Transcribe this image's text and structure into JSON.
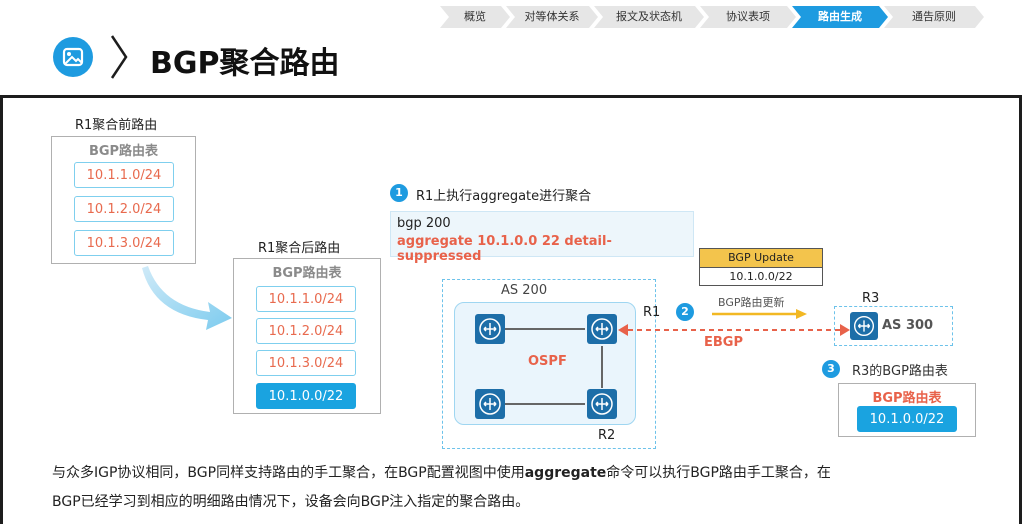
{
  "nav": {
    "items": [
      "概览",
      "对等体关系",
      "报文及状态机",
      "协议表项",
      "路由生成",
      "通告原则"
    ],
    "active_index": 4
  },
  "header": {
    "title": "BGP聚合路由"
  },
  "before": {
    "heading": "R1聚合前路由",
    "table_title": "BGP路由表",
    "routes": [
      "10.1.1.0/24",
      "10.1.2.0/24",
      "10.1.3.0/24"
    ]
  },
  "after": {
    "heading": "R1聚合后路由",
    "table_title": "BGP路由表",
    "routes": [
      "10.1.1.0/24",
      "10.1.2.0/24",
      "10.1.3.0/24"
    ],
    "aggregate": "10.1.0.0/22"
  },
  "step1": {
    "num": "1",
    "text": "R1上执行aggregate进行聚合"
  },
  "config": {
    "line1": "bgp 200",
    "line2": "aggregate 10.1.0.0 22 detail-suppressed"
  },
  "as200": {
    "label": "AS 200",
    "igp": "OSPF",
    "r1": "R1",
    "r2": "R2"
  },
  "update": {
    "header": "BGP Update",
    "value": "10.1.0.0/22"
  },
  "step2": {
    "num": "2",
    "text": "BGP路由更新"
  },
  "ebgp": "EBGP",
  "r3": {
    "name": "R3",
    "as": "AS 300"
  },
  "step3": {
    "num": "3",
    "text": "R3的BGP路由表"
  },
  "r3_table": {
    "title": "BGP路由表",
    "route": "10.1.0.0/22"
  },
  "bottom": {
    "line1_a": "与众多IGP协议相同，BGP同样支持路由的手工聚合，在BGP配置视图中使用",
    "line1_b": "aggregate",
    "line1_c": "命令可以执行BGP路由手工聚合，在",
    "line2": "BGP已经学习到相应的明细路由情况下，设备会向BGP注入指定的聚合路由。"
  },
  "colors": {
    "accent": "#1e9be0",
    "route_text": "#e86a4e",
    "ebgp": "#e8624a",
    "update_header": "#f3c44c"
  }
}
